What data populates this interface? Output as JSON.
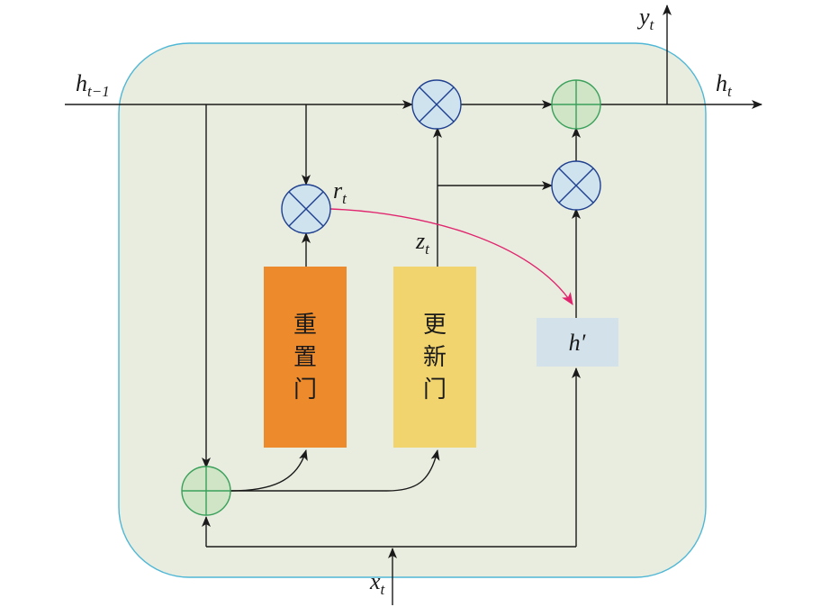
{
  "labels": {
    "h_prev": {
      "main": "h",
      "sub": "t−1"
    },
    "h_out": {
      "main": "h",
      "sub": "t"
    },
    "y_out": {
      "main": "y",
      "sub": "t"
    },
    "x_in": {
      "main": "x",
      "sub": "t"
    },
    "r_gate": {
      "main": "r",
      "sub": "t"
    },
    "z_gate": {
      "main": "z",
      "sub": "t"
    },
    "candidate": "h′"
  },
  "gates": {
    "reset": {
      "chars": [
        "重",
        "置",
        "门"
      ]
    },
    "update": {
      "chars": [
        "更",
        "新",
        "门"
      ]
    }
  },
  "colors": {
    "cell_fill": "#e9eddf",
    "cell_border": "#4fb7d6",
    "multiply_fill": "#cfe3ef",
    "multiply_stroke": "#1f3f8f",
    "add_fill": "#cfe5c6",
    "add_stroke": "#3aa05a",
    "reset_gate_fill": "#ec8a2c",
    "update_gate_fill": "#f1d46e",
    "candidate_fill": "#d3e2ea",
    "wire": "#1a1a1a",
    "reset_to_candidate": "#e0256e"
  },
  "operators": {
    "multiply": "multiply-icon",
    "add": "add-icon"
  }
}
